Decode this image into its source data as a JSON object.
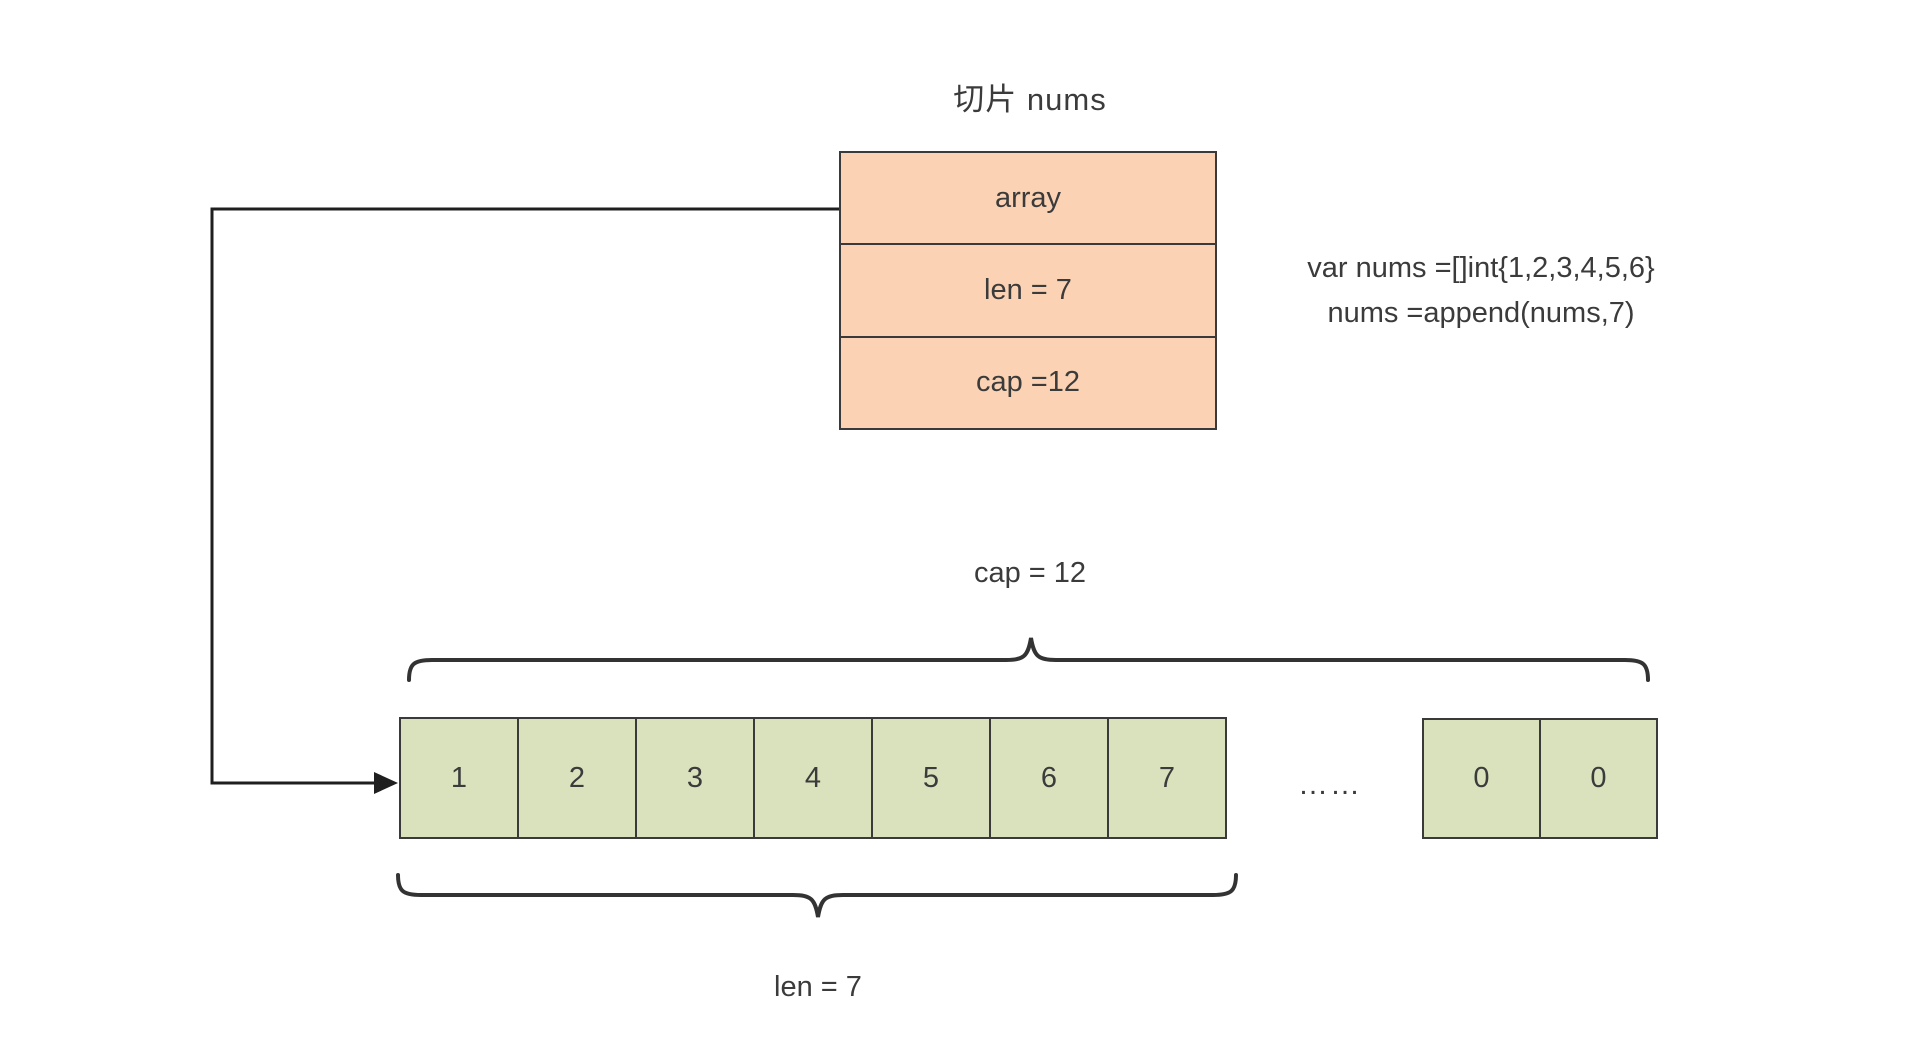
{
  "title": "切片 nums",
  "struct": {
    "fields": [
      {
        "name": "array",
        "label": "array"
      },
      {
        "name": "len",
        "label": "len = 7"
      },
      {
        "name": "cap",
        "label": "cap =12"
      }
    ]
  },
  "code_lines": [
    "var nums =[]int{1,2,3,4,5,6}",
    "nums =append(nums,7)"
  ],
  "cap_label": "cap = 12",
  "len_label": "len = 7",
  "backing_array": {
    "cells": [
      "1",
      "2",
      "3",
      "4",
      "5",
      "6",
      "7"
    ],
    "ellipsis": "……",
    "tail_cells": [
      "0",
      "0"
    ]
  },
  "colors": {
    "struct-fill": "#fbd3b4",
    "cell-fill": "#d9e2bd",
    "border": "#3a3a3a",
    "line": "#2e2e2e",
    "text": "#3b3b3b"
  }
}
